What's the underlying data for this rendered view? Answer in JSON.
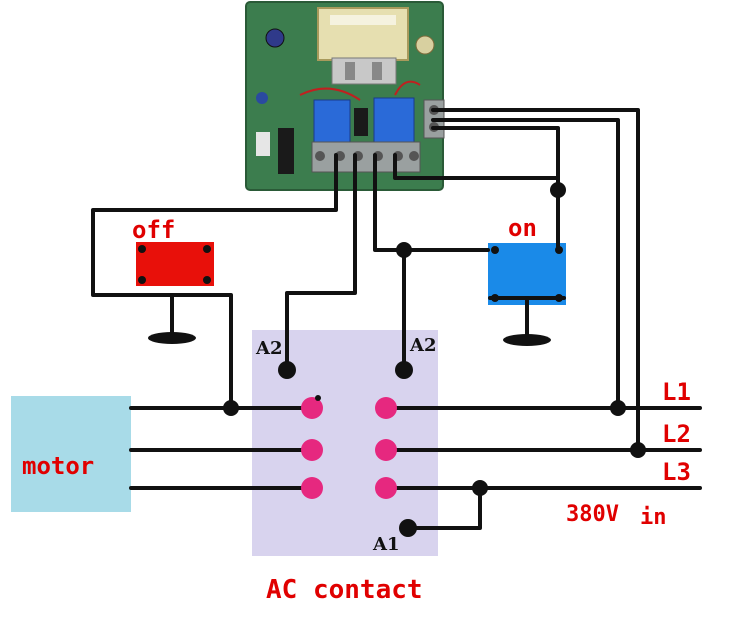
{
  "labels": {
    "off": "off",
    "on": "on",
    "motor": "motor",
    "a2_left": "A2",
    "a2_right": "A2",
    "a1": "A1",
    "l1": "L1",
    "l2": "L2",
    "l3": "L3",
    "voltage": "380V",
    "voltage_in": "in",
    "contactor": "AC contact"
  },
  "colors": {
    "off_button": "#e8100a",
    "on_button": "#1a8ae8",
    "motor_box": "#a8dbe8",
    "contactor_box": "#d8d3ee",
    "terminal": "#e6287f",
    "label_red": "#e00000",
    "pcb": "#3a7a4a"
  },
  "icons": {
    "relay_board": "relay-board-photo",
    "off_button": "red-push-button",
    "on_button": "blue-push-button"
  }
}
